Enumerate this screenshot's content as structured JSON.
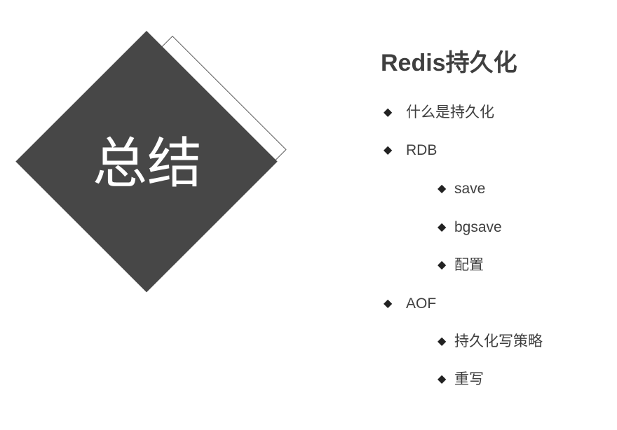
{
  "slide": {
    "main_title": "总结",
    "outline_title": "Redis持久化",
    "marker_glyph": "◆",
    "items": [
      {
        "label": "什么是持久化",
        "level": 1
      },
      {
        "label": "RDB",
        "level": 1
      },
      {
        "label": "save",
        "level": 2
      },
      {
        "label": "bgsave",
        "level": 2
      },
      {
        "label": "配置",
        "level": 2
      },
      {
        "label": "AOF",
        "level": 1
      },
      {
        "label": "持久化写策略",
        "level": 2
      },
      {
        "label": "重写",
        "level": 2
      }
    ]
  },
  "colors": {
    "diamond_fill": "#474747",
    "diamond_outline": "#5a5a5a",
    "text": "#3f3f3f",
    "background": "#ffffff"
  }
}
